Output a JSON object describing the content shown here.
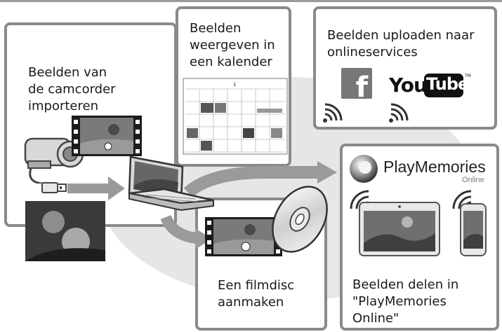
{
  "cards": {
    "import": {
      "label": "Beelden van\nde camcorder\nimporteren"
    },
    "calendar": {
      "label": "Beelden\nweergeven in\neen kalender",
      "calendar_header": "1"
    },
    "upload": {
      "label": "Beelden uploaden naar\nonlineservices"
    },
    "disc": {
      "label": "Een filmdisc\naanmaken"
    },
    "share": {
      "label": "Beelden delen in\n\"PlayMemories Online\""
    }
  },
  "logos": {
    "facebook": "f",
    "youtube_you": "You",
    "youtube_tube": "Tube",
    "youtube_tm": "TM",
    "playmemories_name": "PlayMemories",
    "playmemories_sub": "Online"
  },
  "icons": [
    "camcorder-icon",
    "usb-plug-icon",
    "laptop-icon",
    "film-strip-icon",
    "disc-icon",
    "wifi-signal-icon",
    "tablet-icon",
    "smartphone-icon",
    "playmemories-logo-icon",
    "facebook-logo",
    "youtube-logo"
  ],
  "colors": {
    "card_border": "#8a8a8a",
    "backdrop": "#e6e6e6",
    "arrow": "#9a9a9a",
    "icon_dark": "#333333"
  }
}
